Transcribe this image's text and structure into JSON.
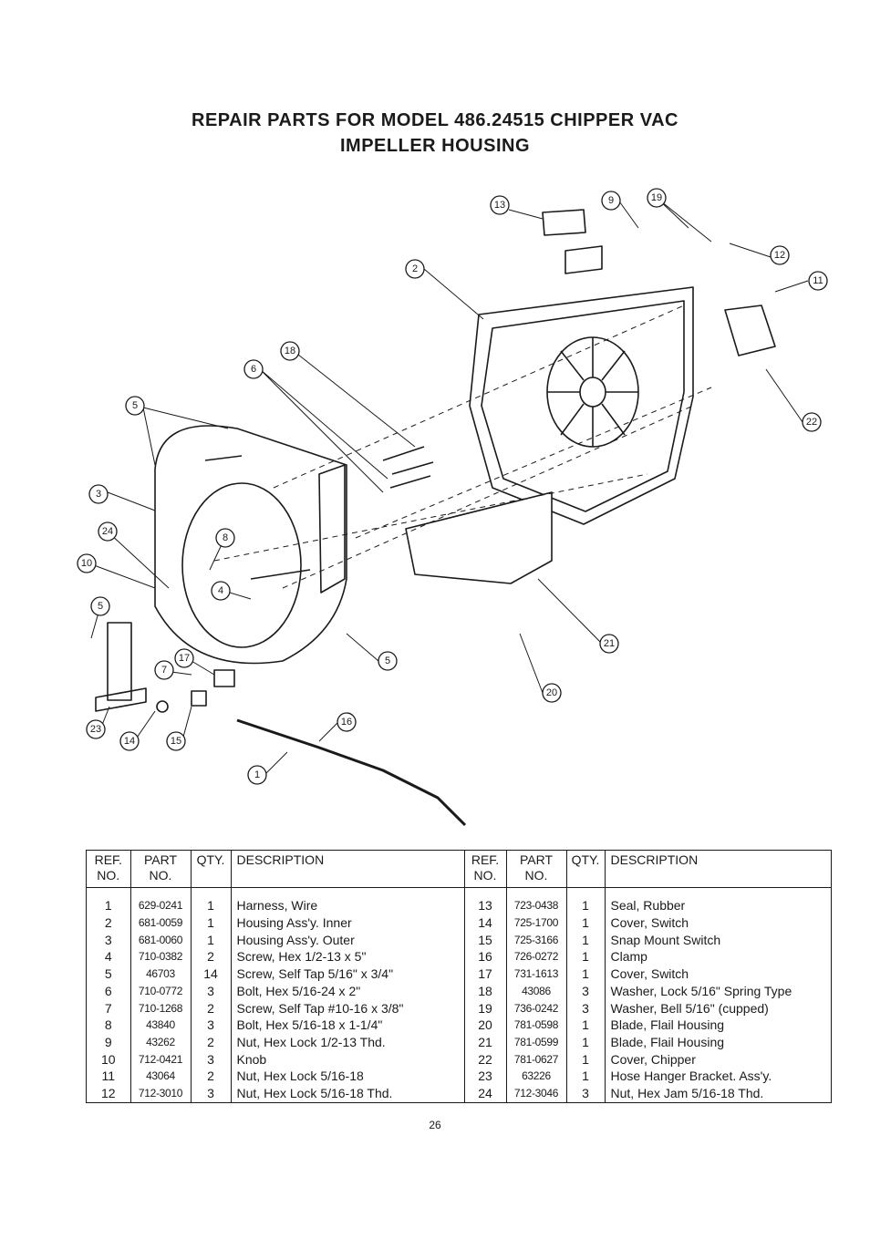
{
  "page": {
    "title_line1": "REPAIR PARTS FOR MODEL 486.24515 CHIPPER VAC",
    "title_line2": "IMPELLER HOUSING",
    "page_number": "26"
  },
  "diagram": {
    "callouts": [
      "13",
      "9",
      "19",
      "12",
      "11",
      "2",
      "22",
      "18",
      "6",
      "5",
      "3",
      "24",
      "8",
      "10",
      "4",
      "5",
      "21",
      "20",
      "5",
      "17",
      "7",
      "16",
      "23",
      "14",
      "15",
      "1"
    ]
  },
  "table": {
    "headers": {
      "ref": "REF. NO.",
      "part": "PART NO.",
      "qty": "QTY.",
      "desc": "DESCRIPTION"
    },
    "left": [
      {
        "ref": "1",
        "part": "629-0241",
        "qty": "1",
        "desc": "Harness, Wire"
      },
      {
        "ref": "2",
        "part": "681-0059",
        "qty": "1",
        "desc": "Housing Ass'y. Inner"
      },
      {
        "ref": "3",
        "part": "681-0060",
        "qty": "1",
        "desc": "Housing Ass'y. Outer"
      },
      {
        "ref": "4",
        "part": "710-0382",
        "qty": "2",
        "desc": "Screw, Hex  1/2-13 x 5\""
      },
      {
        "ref": "5",
        "part": "46703",
        "qty": "14",
        "desc": "Screw, Self Tap 5/16\" x 3/4\""
      },
      {
        "ref": "6",
        "part": "710-0772",
        "qty": "3",
        "desc": "Bolt, Hex 5/16-24 x 2\""
      },
      {
        "ref": "7",
        "part": "710-1268",
        "qty": "2",
        "desc": "Screw, Self Tap #10-16 x 3/8\""
      },
      {
        "ref": "8",
        "part": "43840",
        "qty": "3",
        "desc": "Bolt, Hex 5/16-18 x 1-1/4\""
      },
      {
        "ref": "9",
        "part": "43262",
        "qty": "2",
        "desc": "Nut, Hex Lock 1/2-13 Thd."
      },
      {
        "ref": "10",
        "part": "712-0421",
        "qty": "3",
        "desc": "Knob"
      },
      {
        "ref": "11",
        "part": "43064",
        "qty": "2",
        "desc": "Nut, Hex Lock  5/16-18"
      },
      {
        "ref": "12",
        "part": "712-3010",
        "qty": "3",
        "desc": "Nut, Hex Lock 5/16-18 Thd."
      }
    ],
    "right": [
      {
        "ref": "13",
        "part": "723-0438",
        "qty": "1",
        "desc": "Seal, Rubber"
      },
      {
        "ref": "14",
        "part": "725-1700",
        "qty": "1",
        "desc": "Cover, Switch"
      },
      {
        "ref": "15",
        "part": "725-3166",
        "qty": "1",
        "desc": "Snap Mount Switch"
      },
      {
        "ref": "16",
        "part": "726-0272",
        "qty": "1",
        "desc": "Clamp"
      },
      {
        "ref": "17",
        "part": "731-1613",
        "qty": "1",
        "desc": "Cover, Switch"
      },
      {
        "ref": "18",
        "part": "43086",
        "qty": "3",
        "desc": "Washer, Lock 5/16\" Spring Type"
      },
      {
        "ref": "19",
        "part": "736-0242",
        "qty": "3",
        "desc": "Washer, Bell 5/16\" (cupped)"
      },
      {
        "ref": "20",
        "part": "781-0598",
        "qty": "1",
        "desc": "Blade, Flail Housing"
      },
      {
        "ref": "21",
        "part": "781-0599",
        "qty": "1",
        "desc": "Blade, Flail Housing"
      },
      {
        "ref": "22",
        "part": "781-0627",
        "qty": "1",
        "desc": "Cover, Chipper"
      },
      {
        "ref": "23",
        "part": "63226",
        "qty": "1",
        "desc": "Hose Hanger Bracket. Ass'y."
      },
      {
        "ref": "24",
        "part": "712-3046",
        "qty": "3",
        "desc": "Nut, Hex Jam 5/16-18 Thd."
      }
    ]
  },
  "colors": {
    "ink": "#1a1a1a",
    "paper": "#ffffff"
  }
}
